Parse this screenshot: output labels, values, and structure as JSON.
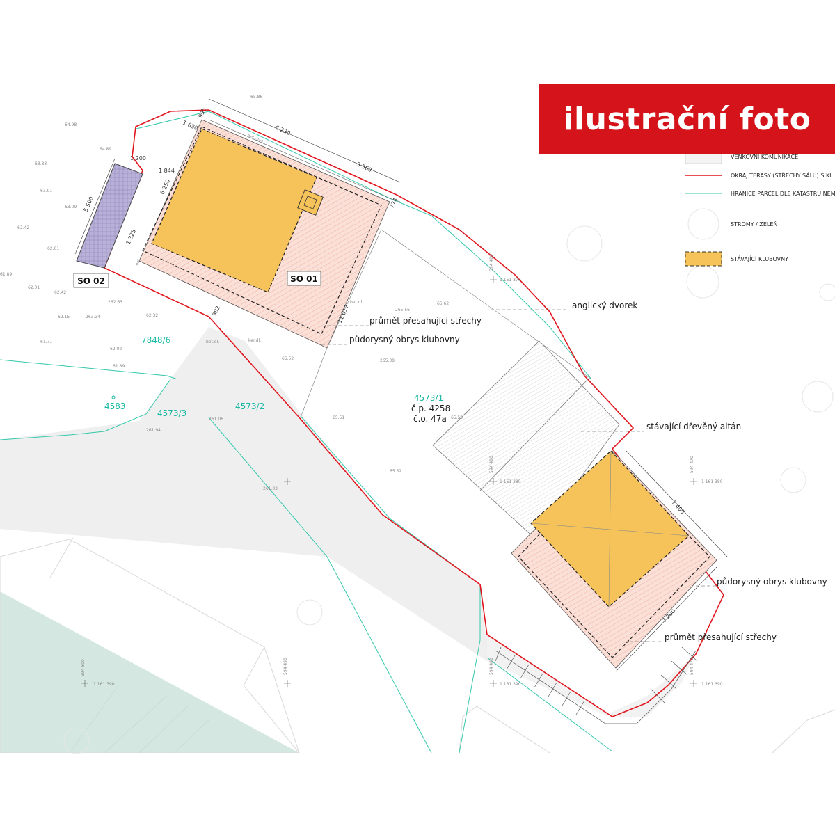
{
  "banner": {
    "text": "ilustrační foto",
    "color": "#d4141a"
  },
  "legend": {
    "items": [
      {
        "label": "VENKOVNÍ KOMUNIKACE"
      },
      {
        "label": "OKRAJ TERASY (STŘECHY SÁLU) S KL"
      },
      {
        "label": "HRANICE PARCEL DLE KATASTRU NEMOVI"
      },
      {
        "label": "STROMY / ZELEŇ"
      },
      {
        "label": "STÁVAJÍCÍ KLUBOVNY"
      }
    ]
  },
  "buildings": {
    "so01": "SO 01",
    "so02": "SO 02"
  },
  "annotations": {
    "anglicky_dvorek": "anglický dvorek",
    "prumet_1": "průmět přesahující střechy",
    "obrys_1": "půdorysný obrys klubovny",
    "altan": "stávající dřevěný altán",
    "obrys_2": "půdorysný obrys klubovny",
    "prumet_2": "průmět přesahující střechy"
  },
  "parcels": {
    "p7848_6": "7848/6",
    "p4583": "4583",
    "p4573_3": "4573/3",
    "p4573_2": "4573/2",
    "p4573_1": "4573/1"
  },
  "address": {
    "cp": "č.p. 4258",
    "co": "č.o. 47a"
  },
  "dimensions": {
    "d6230": "6 230",
    "d3560": "3 560",
    "d1630": "1 630",
    "d995": "995",
    "d1200": "1 200",
    "d1844": "1 844",
    "d5500": "5 500",
    "d6250": "6 250",
    "d1325": "1 325",
    "d11017": "11 017",
    "d982": "982",
    "d774": "774",
    "d7400": "7 400",
    "d7200": "7 200"
  },
  "material_labels": {
    "bet_dlazba": "bet.dlaž.",
    "bet_dl_1": "bet.dl.",
    "bet_dl_2": "bet.dl.",
    "ker_dl": "ker.dl.",
    "bet": "bet."
  },
  "coordinates": {
    "c1": "594 480",
    "c1b": "1 161 370",
    "c2": "594 480",
    "c2b": "1 161 380",
    "c3": "594 470",
    "c3b": "1 161 380",
    "c4": "594 500",
    "c4b": "1 161 390",
    "c5": "594 490",
    "c6": "594 480",
    "c6b": "1 161 390",
    "c7": "594 470",
    "c7b": "1 161 390"
  },
  "heights": {
    "h1": "64.98",
    "h2": "63.83",
    "h3": "63.01",
    "h4": "63.09",
    "h5": "62.42",
    "h6": "62.61",
    "h7": "61.89",
    "h8": "62.01",
    "h9": "62.42",
    "h10": "62.15",
    "h11": "61.71",
    "h12": "62.02",
    "h13": "61.89",
    "h14": "262.63",
    "h15": "263.34",
    "h16": "62.32",
    "h17": "65.62",
    "h18": "265.56",
    "h19": "65.52",
    "h20": "265.38",
    "h21": "65.51",
    "h22": "65.59",
    "h23": "65.52",
    "h24": "261.94",
    "h25": "261.06",
    "h26": "261.03",
    "h27": "65.86",
    "h28": "64.89"
  },
  "colors": {
    "terrace_outline": "#e0141c",
    "parcel_border": "#2cc7a8",
    "clubhouse_fill": "#f5c35a",
    "projection_fill": "#f9d6cc",
    "so02_fill": "#b7aed6",
    "road_fill": "#ededed",
    "green_fill": "#d3e8e1"
  }
}
